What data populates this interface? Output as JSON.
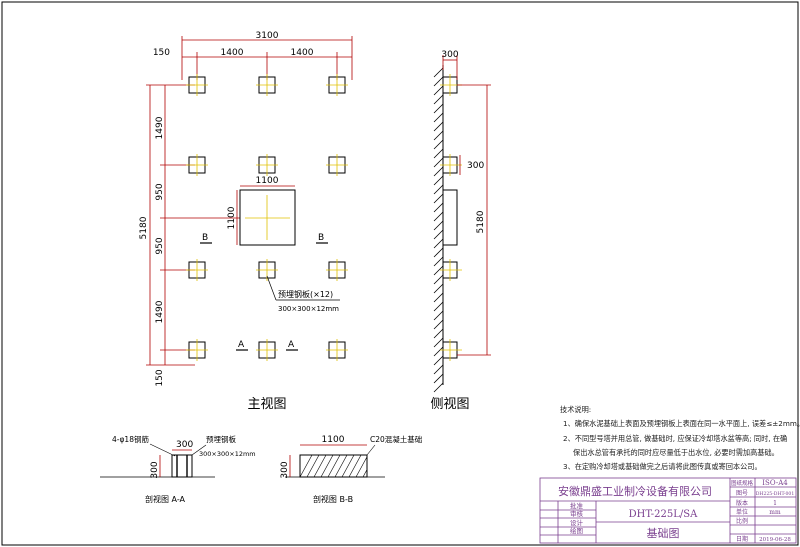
{
  "front_view": {
    "dim_total_width": "3100",
    "dim_left": "150",
    "dim_spacing_1": "1400",
    "dim_spacing_2": "1400",
    "dim_total_height": "5180",
    "dim_v1": "1490",
    "dim_v2": "950",
    "dim_v3": "950",
    "dim_v4": "1490",
    "dim_v5": "150",
    "center_w": "1100",
    "center_h": "1100",
    "section_b": "B",
    "section_a": "A",
    "plate_label": "预埋钢板(×12)",
    "plate_size": "300×300×12mm",
    "title": "主视图"
  },
  "side_view": {
    "dim_top": "300",
    "dim_mid": "300",
    "dim_height": "5180",
    "title": "侧视图"
  },
  "section_aa": {
    "rebar": "4-φ18钢筋",
    "dim_w": "300",
    "dim_h": "300",
    "plate": "预埋钢板",
    "plate_size": "300×300×12mm",
    "title": "剖视图 A-A"
  },
  "section_bb": {
    "dim_w": "1100",
    "concrete": "C20混凝土基础",
    "dim_h": "300",
    "title": "剖视图 B-B"
  },
  "notes": {
    "heading": "技术说明:",
    "line1": "1、确保水泥基础上表面及预埋钢板上表面在同一水平面上, 误差≤±2mm。",
    "line2": "2、不同型号塔并用总管, 做基础时, 应保证冷却塔水盆等高; 同时, 在确",
    "line3": "保出水总管有承托的同时应尽量低于出水位, 必要时需加高基础。",
    "line4": "3、在定购冷却塔或基础做完之后请将此图传真或寄回本公司。"
  },
  "title_block": {
    "company": "安徽鼎盛工业制冷设备有限公司",
    "model": "DHT-225L/SA",
    "drawing_name": "基础图",
    "approve": "批准",
    "review": "审核",
    "design": "设计",
    "draw": "绘图",
    "paper_spec_label": "图纸规格",
    "paper_spec": "ISO-A4",
    "drawing_no_label": "图号",
    "drawing_no": "DH225-DHT-001",
    "version_label": "版本",
    "version": "1",
    "unit_label": "单位",
    "unit": "mm",
    "scale_label": "比例",
    "scale": "",
    "date_label": "日期",
    "date": "2019-06-28"
  }
}
